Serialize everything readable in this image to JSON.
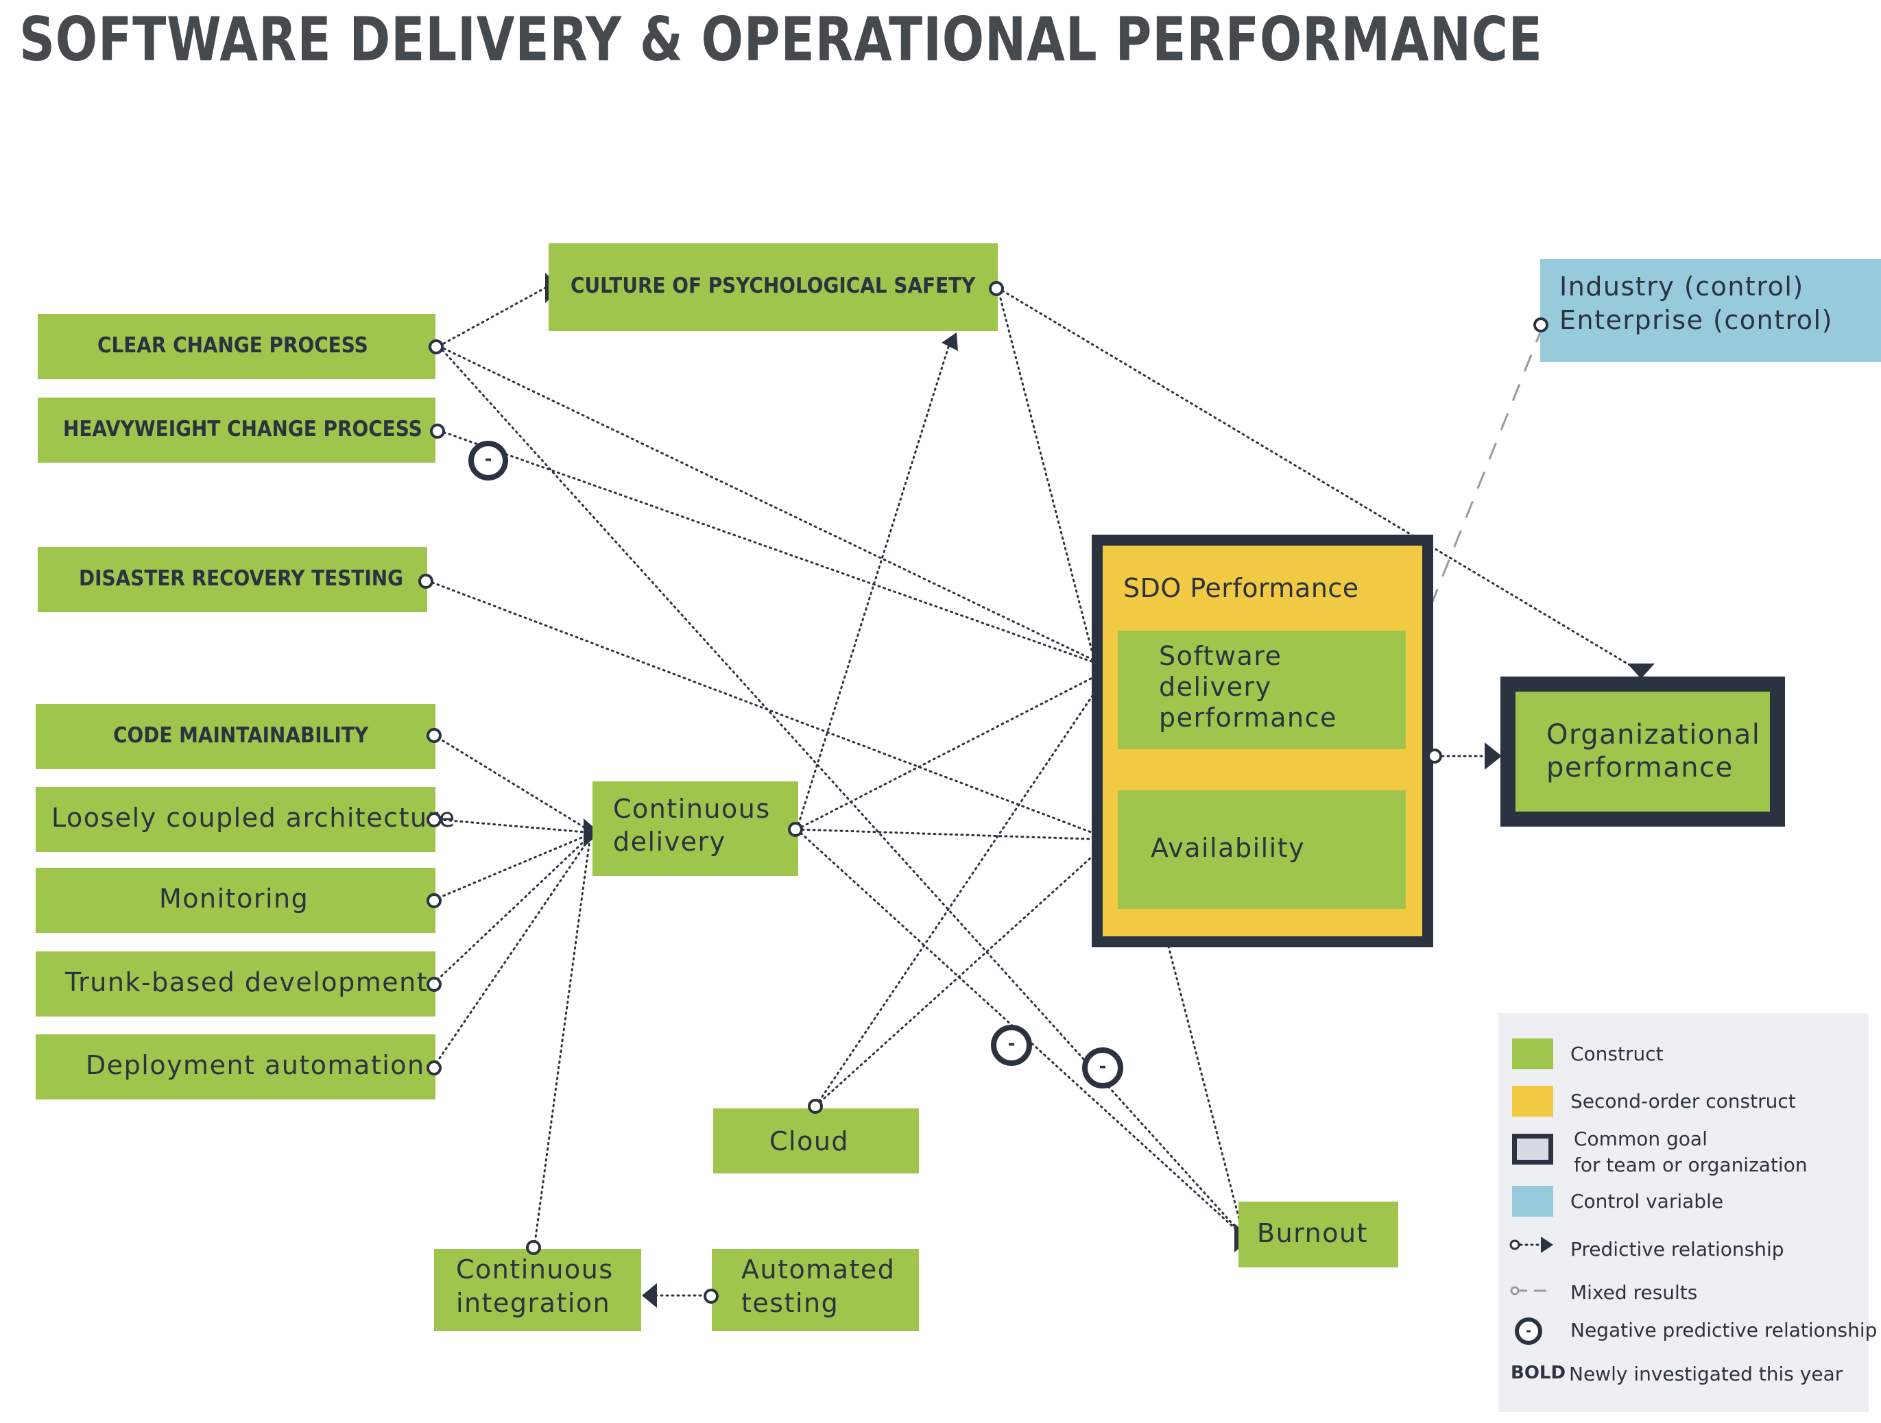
{
  "title": "SOFTWARE DELIVERY & OPERATIONAL PERFORMANCE",
  "colors": {
    "construct": "#9fc54c",
    "second_order": "#f2c942",
    "common_goal_border": "#2b3340",
    "control": "#97cbdc",
    "text": "#2b3340"
  },
  "nodes": {
    "clear_change": "CLEAR CHANGE PROCESS",
    "heavyweight_change": "HEAVYWEIGHT CHANGE PROCESS",
    "disaster_recovery": "DISASTER RECOVERY TESTING",
    "code_maintainability": "CODE MAINTAINABILITY",
    "culture_safety": "CULTURE OF PSYCHOLOGICAL SAFETY",
    "loosely_coupled": "Loosely coupled architecture",
    "monitoring": "Monitoring",
    "trunk_based": "Trunk-based development",
    "deployment_automation": "Deployment automation",
    "cd_line1": "Continuous",
    "cd_line2": "delivery",
    "cloud": "Cloud",
    "ci_line1": "Continuous",
    "ci_line2": "integration",
    "at_line1": "Automated",
    "at_line2": "testing",
    "burnout": "Burnout",
    "industry": "Industry (control)",
    "enterprise": "Enterprise (control)",
    "sdo_title": "SDO Performance",
    "sdp_line1": "Software",
    "sdp_line2": "delivery",
    "sdp_line3": "performance",
    "availability": "Availability",
    "org_line1": "Organizational",
    "org_line2": "performance"
  },
  "negative_symbol": "-",
  "legend": {
    "construct": "Construct",
    "second_order": "Second-order construct",
    "common_goal_1": "Common goal",
    "common_goal_2": "for team or organization",
    "control": "Control variable",
    "predictive": "Predictive relationship",
    "mixed": "Mixed results",
    "negative": "Negative predictive relationship",
    "bold_key": "BOLD",
    "bold_desc": "Newly investigated this year"
  }
}
